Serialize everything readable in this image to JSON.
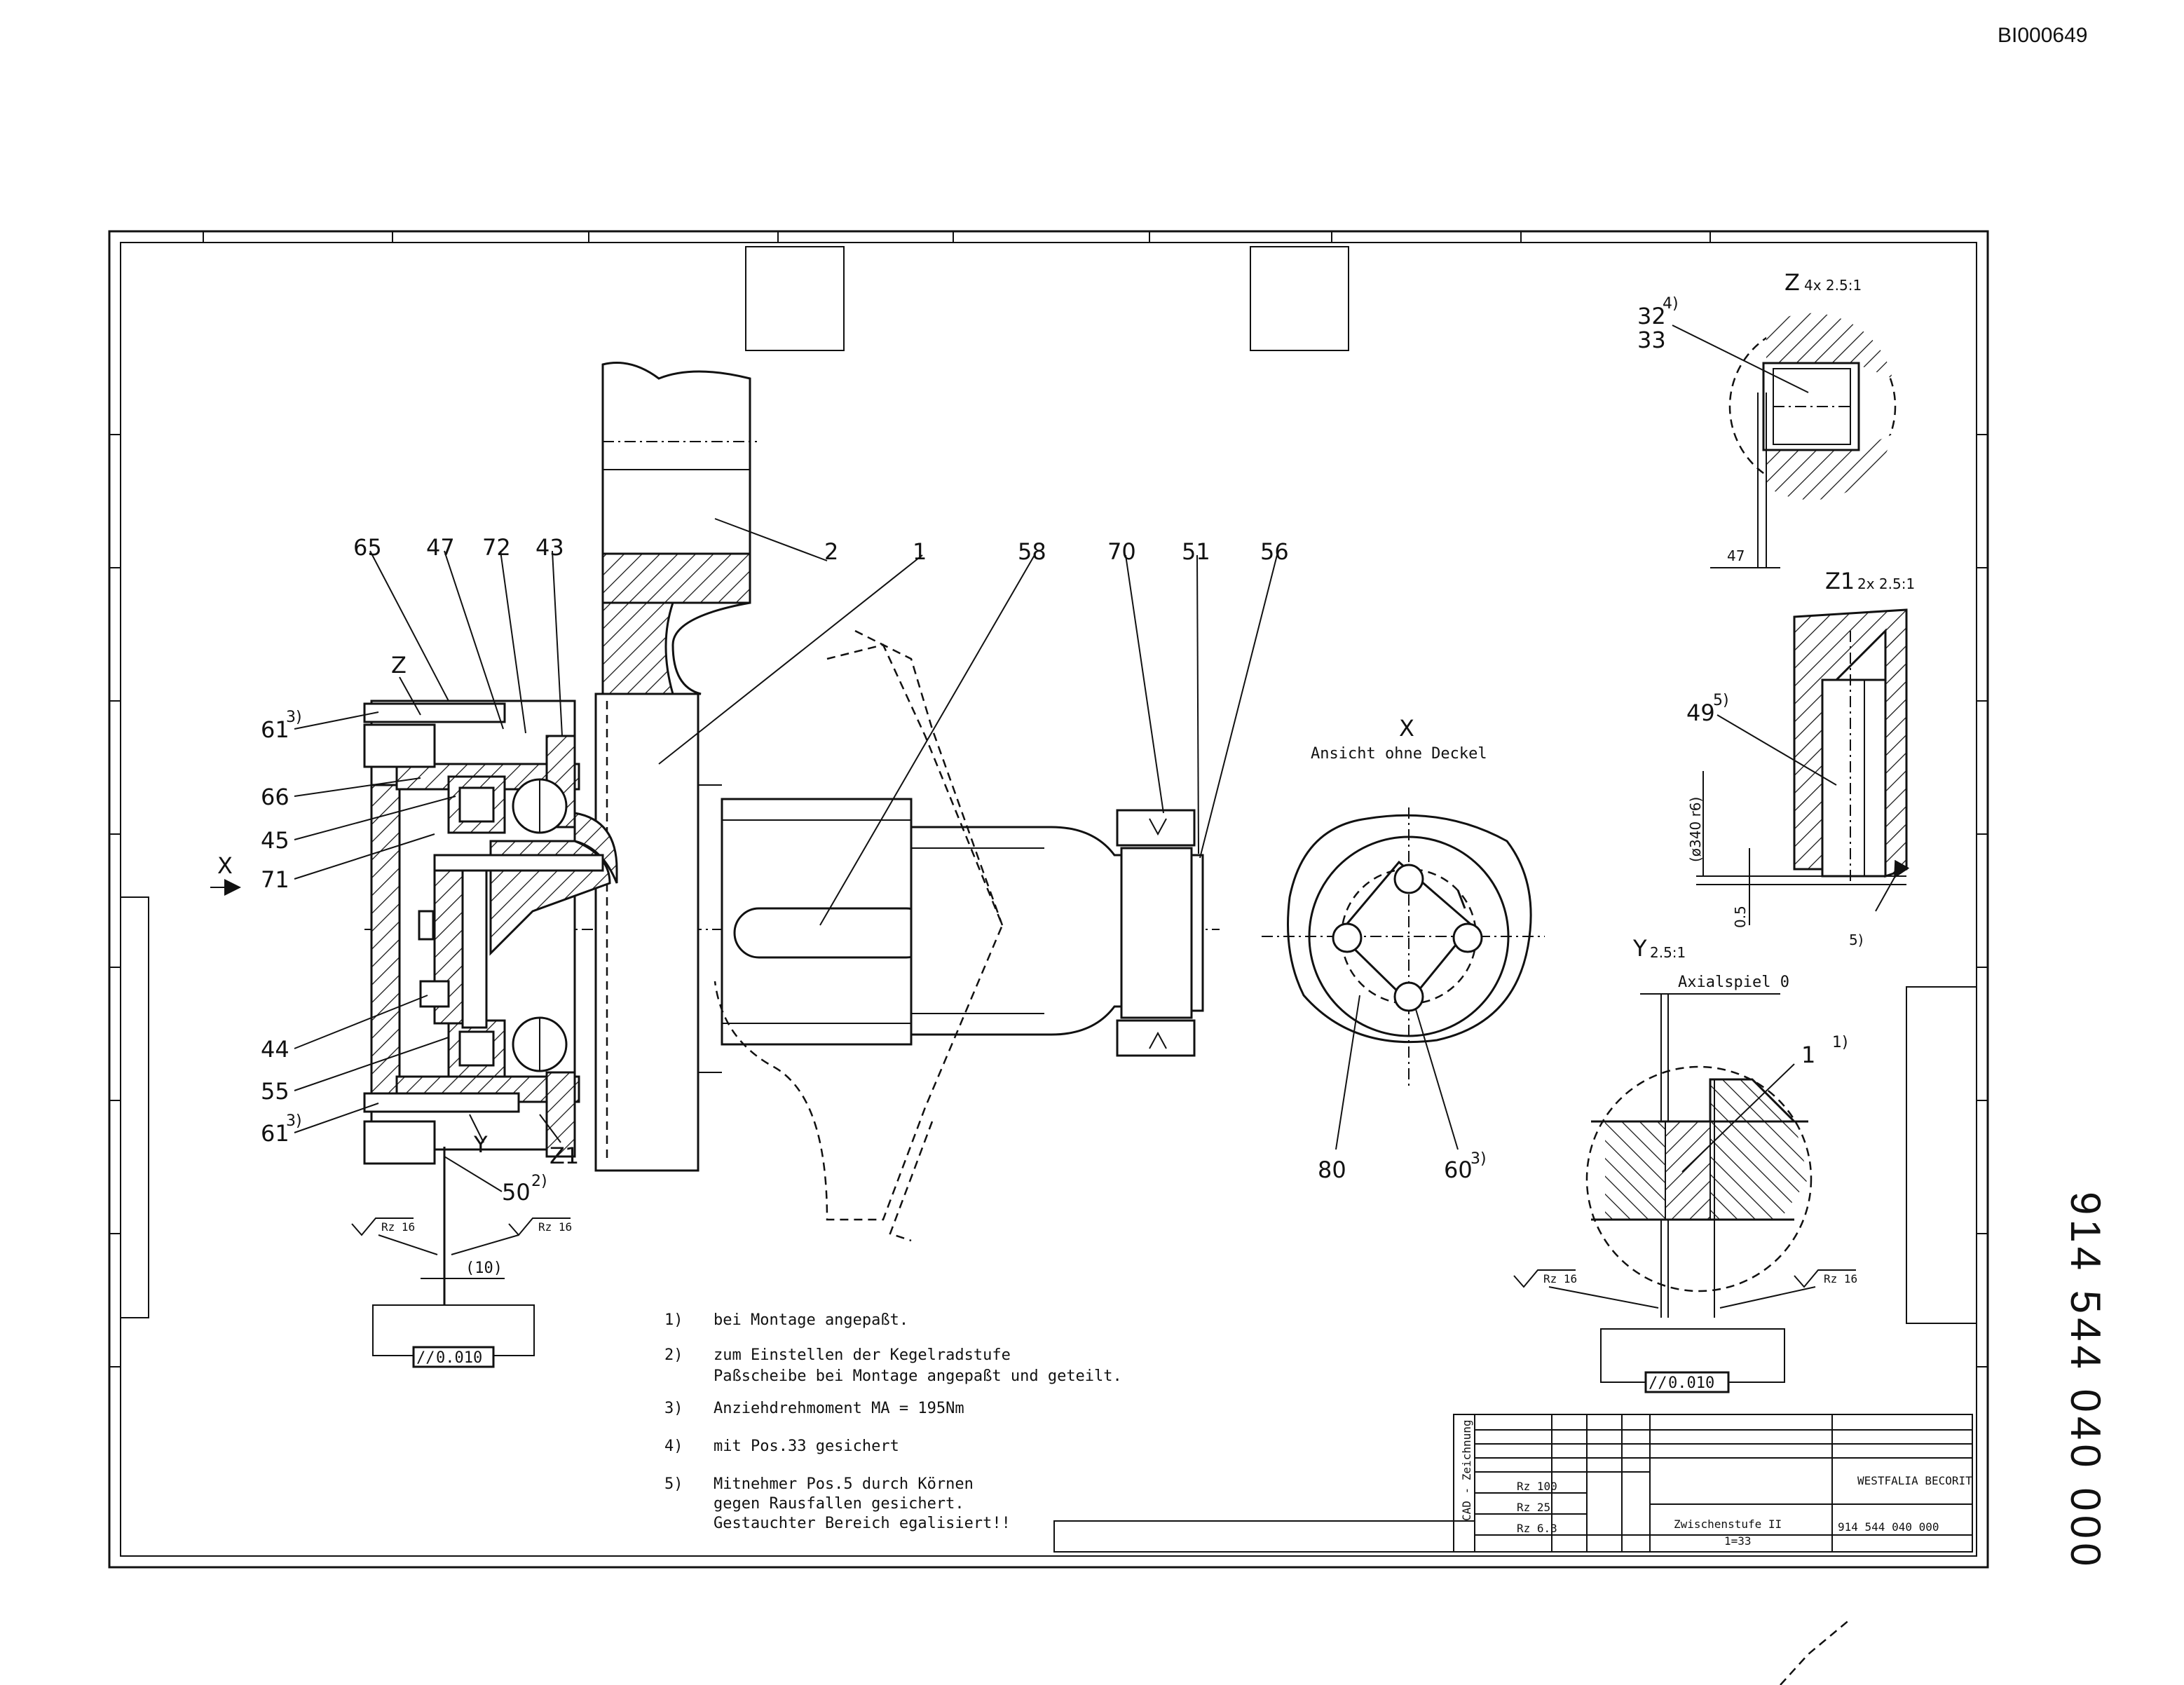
{
  "header": {
    "doc_id": "BI000649"
  },
  "side_number": "914 544 040 000",
  "part_labels": [
    {
      "id": "65",
      "text": "65"
    },
    {
      "id": "47",
      "text": "47"
    },
    {
      "id": "72",
      "text": "72"
    },
    {
      "id": "43",
      "text": "43"
    },
    {
      "id": "2",
      "text": "2"
    },
    {
      "id": "1",
      "text": "1"
    },
    {
      "id": "58",
      "text": "58"
    },
    {
      "id": "70",
      "text": "70"
    },
    {
      "id": "51",
      "text": "51"
    },
    {
      "id": "56",
      "text": "56"
    },
    {
      "id": "Z",
      "text": "Z"
    },
    {
      "id": "61a",
      "text": "61"
    },
    {
      "id": "66",
      "text": "66"
    },
    {
      "id": "45",
      "text": "45"
    },
    {
      "id": "71",
      "text": "71"
    },
    {
      "id": "44",
      "text": "44"
    },
    {
      "id": "55",
      "text": "55"
    },
    {
      "id": "61b",
      "text": "61"
    },
    {
      "id": "Y",
      "text": "Y"
    },
    {
      "id": "Z1",
      "text": "Z1"
    },
    {
      "id": "50",
      "text": "50"
    },
    {
      "id": "80",
      "text": "80"
    },
    {
      "id": "60",
      "text": "60"
    },
    {
      "id": "32",
      "text": "32"
    },
    {
      "id": "33",
      "text": "33"
    },
    {
      "id": "49",
      "text": "49"
    },
    {
      "id": "47b",
      "text": "47"
    },
    {
      "id": "1b",
      "text": "1"
    },
    {
      "id": "X",
      "text": "X"
    },
    {
      "id": "5",
      "text": "5)"
    }
  ],
  "superscripts": {
    "s61a": "3)",
    "s61b": "3)",
    "s50": "2)",
    "s60": "3)",
    "s32": "4)",
    "s49": "5)",
    "s47b": "1)"
  },
  "view_x": {
    "title": "X",
    "caption": "Ansicht ohne Deckel"
  },
  "detail_z": {
    "title": "Z",
    "scale": "4x 2.5:1"
  },
  "detail_z1": {
    "title": "Z1",
    "scale": "2x 2.5:1",
    "dim_dia": "(ø340 r6)",
    "dim_gap": "0.5"
  },
  "detail_y": {
    "title": "Y",
    "scale": "2.5:1",
    "note": "Axialspiel 0"
  },
  "surface": {
    "rz": "Rz 16"
  },
  "dims": {
    "ten": "(10)",
    "tol": "0.010",
    "par": "//"
  },
  "notes": [
    {
      "n": "1)",
      "lines": [
        "bei Montage angepaßt."
      ]
    },
    {
      "n": "2)",
      "lines": [
        "zum Einstellen der Kegelradstufe",
        "Paßscheibe bei Montage angepaßt und geteilt."
      ]
    },
    {
      "n": "3)",
      "lines": [
        "Anziehdrehmoment MA = 195Nm"
      ]
    },
    {
      "n": "4)",
      "lines": [
        "mit Pos.33 gesichert"
      ]
    },
    {
      "n": "5)",
      "lines": [
        "Mitnehmer Pos.5 durch Körnen",
        "gegen Rausfallen gesichert.",
        "Gestauchter Bereich egalisiert!!"
      ]
    }
  ],
  "title_block": {
    "title": "Zwischenstufe II",
    "subtitle": "1=33",
    "number": "914 544 040 000",
    "company": "WESTFALIA BECORIT",
    "cad": "CAD - Zeichnung",
    "finish_1": "Rz 100",
    "finish_2": "Rz 25",
    "finish_3": "Rz 6.3"
  }
}
